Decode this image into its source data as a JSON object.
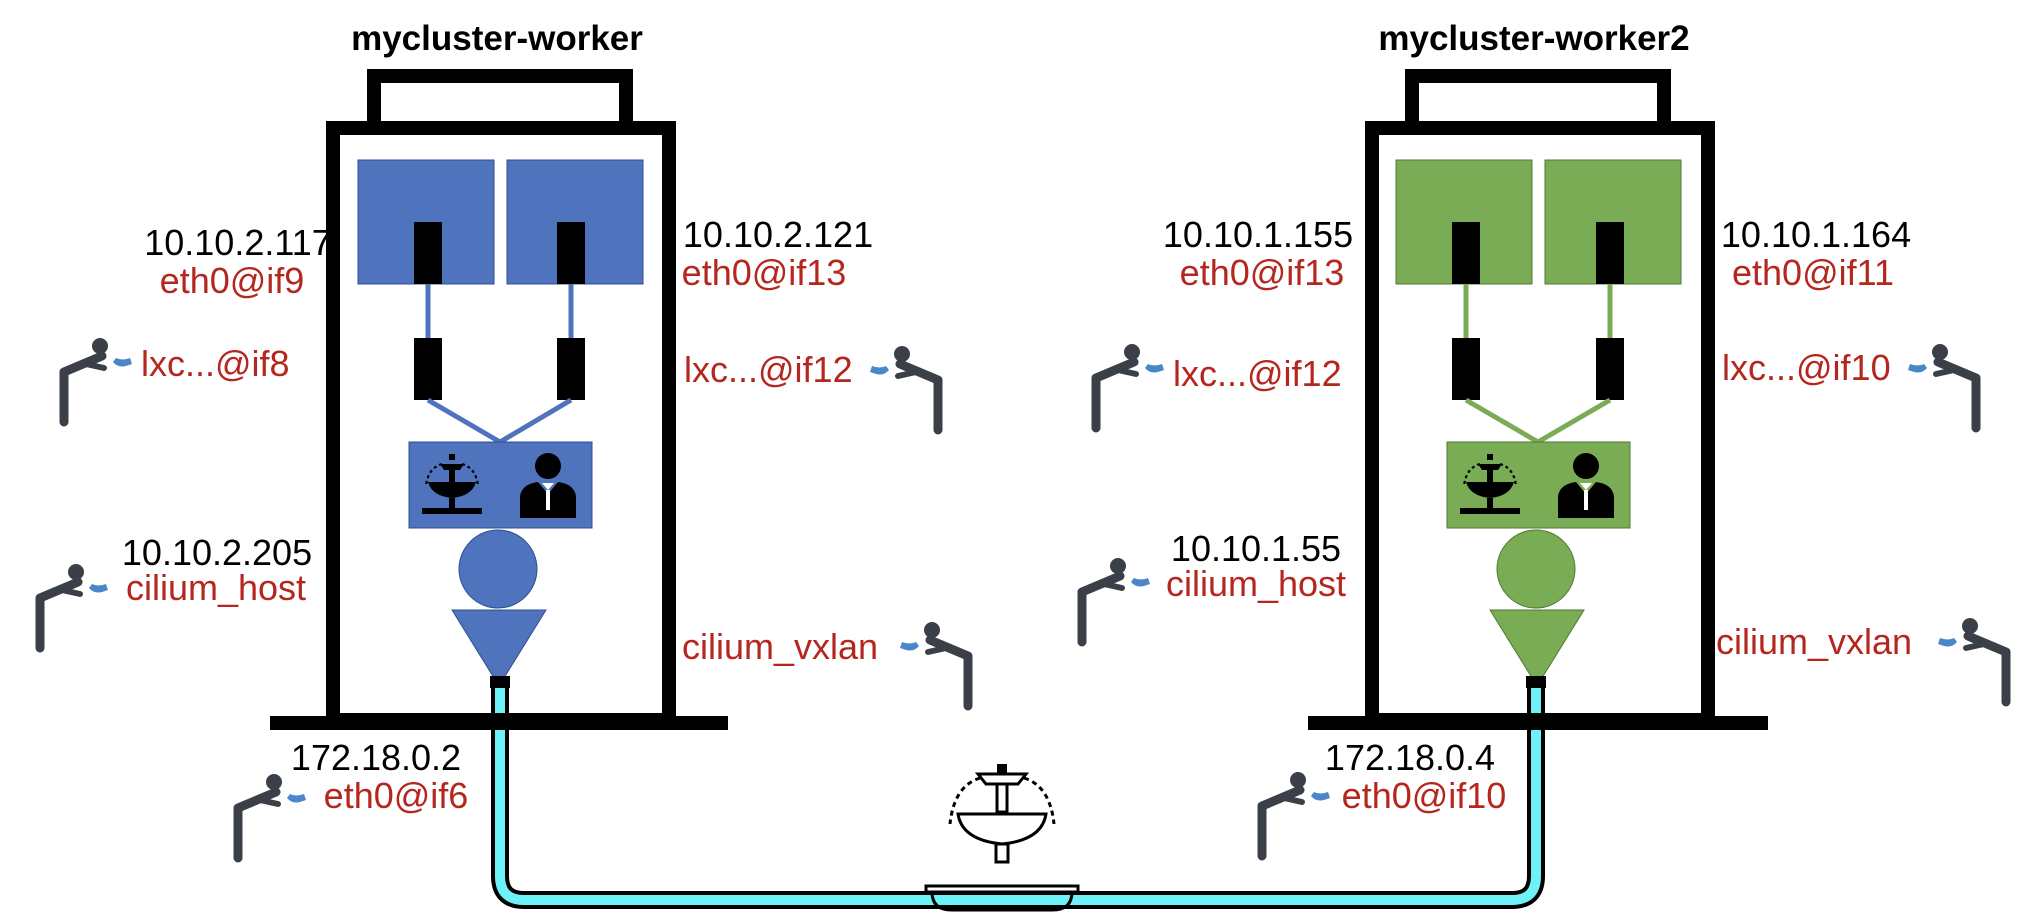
{
  "nodes": [
    {
      "title": "mycluster-worker",
      "color": "#4f73bd",
      "pod_left": {
        "ip": "10.10.2.117",
        "iface": "eth0@if9"
      },
      "pod_right": {
        "ip": "10.10.2.121",
        "iface": "eth0@if13"
      },
      "lxc_left": "lxc...@if8",
      "lxc_right": "lxc...@if12",
      "host": {
        "ip": "10.10.2.205",
        "iface": "cilium_host"
      },
      "vxlan": "cilium_vxlan",
      "node_eth": {
        "ip": "172.18.0.2",
        "iface": "eth0@if6"
      }
    },
    {
      "title": "mycluster-worker2",
      "color": "#7aab55",
      "pod_left": {
        "ip": "10.10.1.155",
        "iface": "eth0@if13"
      },
      "pod_right": {
        "ip": "10.10.1.164",
        "iface": "eth0@if11"
      },
      "lxc_left": "lxc...@if12",
      "lxc_right": "lxc...@if10",
      "host": {
        "ip": "10.10.1.55",
        "iface": "cilium_host"
      },
      "vxlan": "cilium_vxlan",
      "node_eth": {
        "ip": "172.18.0.4",
        "iface": "eth0@if10"
      }
    }
  ],
  "colors": {
    "label_red": "#b5261e",
    "pipe": "#6ef2f8",
    "icon_dark": "#3b4048",
    "water": "#4a86c9"
  },
  "icons": [
    "person-drinking-icon",
    "fountain-icon",
    "waiter-icon"
  ]
}
